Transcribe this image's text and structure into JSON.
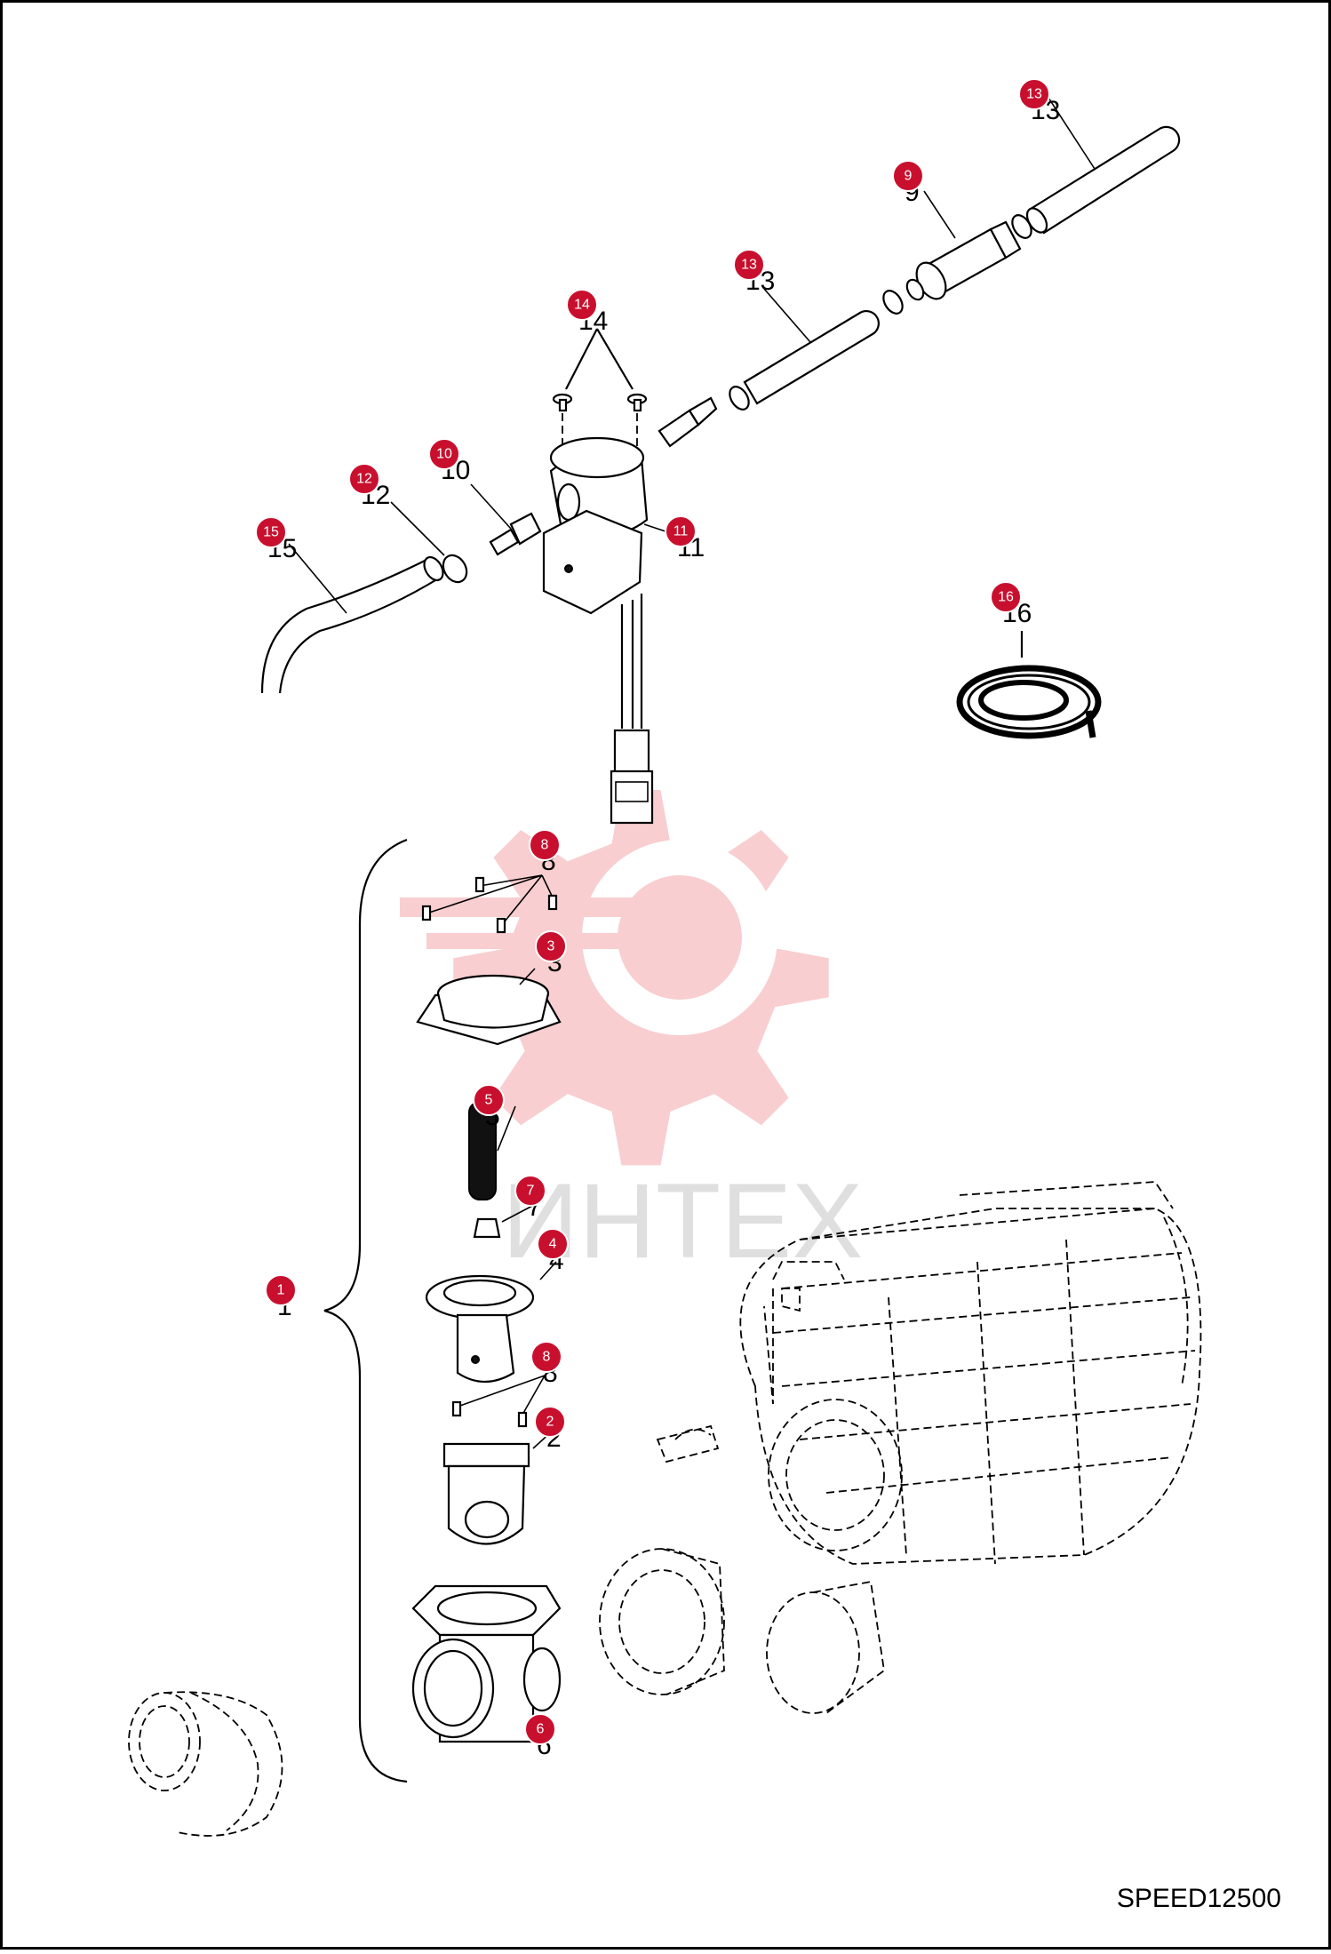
{
  "diagram": {
    "code": "SPEED12500",
    "watermark_text": "ИНТЕХ",
    "accent_color": "#c8102e",
    "callouts": [
      {
        "id": "c13a",
        "number": "13",
        "label": "13"
      },
      {
        "id": "c9",
        "number": "9",
        "label": "9"
      },
      {
        "id": "c13b",
        "number": "13",
        "label": "13"
      },
      {
        "id": "c14",
        "number": "14",
        "label": "14"
      },
      {
        "id": "c10",
        "number": "10",
        "label": "10"
      },
      {
        "id": "c12",
        "number": "12",
        "label": "12"
      },
      {
        "id": "c11",
        "number": "11",
        "label": "11"
      },
      {
        "id": "c15",
        "number": "15",
        "label": "15"
      },
      {
        "id": "c16",
        "number": "16",
        "label": "16"
      },
      {
        "id": "c8a",
        "number": "8",
        "label": "8"
      },
      {
        "id": "c3",
        "number": "3",
        "label": "3"
      },
      {
        "id": "c5",
        "number": "5",
        "label": "5"
      },
      {
        "id": "c7",
        "number": "7",
        "label": "7"
      },
      {
        "id": "c4",
        "number": "4",
        "label": "4"
      },
      {
        "id": "c1",
        "number": "1",
        "label": "1"
      },
      {
        "id": "c8b",
        "number": "8",
        "label": "8"
      },
      {
        "id": "c2",
        "number": "2",
        "label": "2"
      },
      {
        "id": "c6",
        "number": "6",
        "label": "6"
      }
    ]
  }
}
